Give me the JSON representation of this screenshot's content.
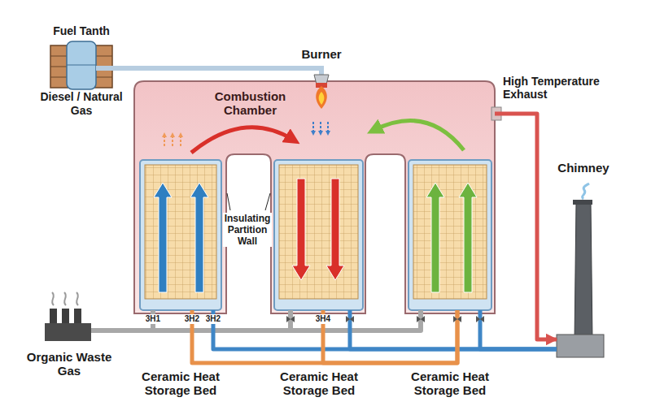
{
  "diagram": {
    "nodes": [
      {
        "text": [
          "Fuel Tanth",
          "Diesel / Natural Gas"
        ]
      },
      {
        "text": [
          "Burner"
        ]
      },
      {
        "text": [
          "Combustion Chamber"
        ]
      },
      {
        "text": [
          "Ceramic Heat Storage Bed"
        ],
        "in": 2
      },
      {
        "text": [
          "Ceramic Heat Storage Bed"
        ],
        "in": 2
      },
      {
        "text": [
          "Ceramic Heat Storage Bed"
        ],
        "in": 2
      },
      {
        "text": [
          "Chimney"
        ]
      },
      {
        "text": [
          "Organic Waste Gas"
        ]
      }
    ],
    "edges": [
      {
        "from": 0,
        "to": 1,
        "arrow": "none"
      },
      {
        "from": 2,
        "to": 6,
        "arrow": "to"
      },
      {
        "from": 7,
        "to": 3,
        "arrow": "none"
      },
      {
        "from": 7,
        "to": 4,
        "arrow": "none"
      },
      {
        "from": 7,
        "to": 5,
        "arrow": "none"
      },
      {
        "from": 3,
        "to": 6,
        "arrow": "none"
      },
      {
        "from": 4,
        "to": 6,
        "arrow": "none"
      },
      {
        "from": 5,
        "to": 6,
        "arrow": "none"
      },
      {
        "from": 5,
        "to": 3,
        "arrow": "none"
      },
      {
        "from": 5,
        "to": 4,
        "arrow": "none"
      }
    ],
    "labels": [
      "High Temperature Exhaust",
      "Insulating Partition Wall",
      "3H1",
      "3H2",
      "3H2",
      "3H4"
    ]
  }
}
